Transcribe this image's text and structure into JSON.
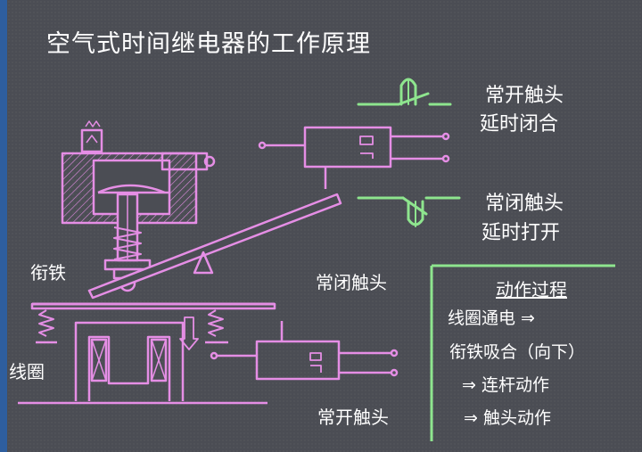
{
  "title": "空气式时间继电器的工作原理",
  "labels": {
    "no_delay_close_line1": "常开触头",
    "no_delay_close_line2": "延时闭合",
    "nc_delay_open_line1": "常闭触头",
    "nc_delay_open_line2": "延时打开",
    "armature": "衔铁",
    "coil": "线圈",
    "nc_contact": "常闭触头",
    "no_contact": "常开触头"
  },
  "process": {
    "title": "动作过程",
    "steps": [
      "线圈通电  ⇒",
      "衔铁吸合（向下）",
      "⇒ 连杆动作",
      "⇒   触头动作"
    ]
  },
  "colors": {
    "background": "#4b4d54",
    "mechanism": "#e58ee5",
    "contact_symbol": "#8ee58e",
    "text": "#ffffff",
    "accent_bar": "#2e5e9e"
  }
}
